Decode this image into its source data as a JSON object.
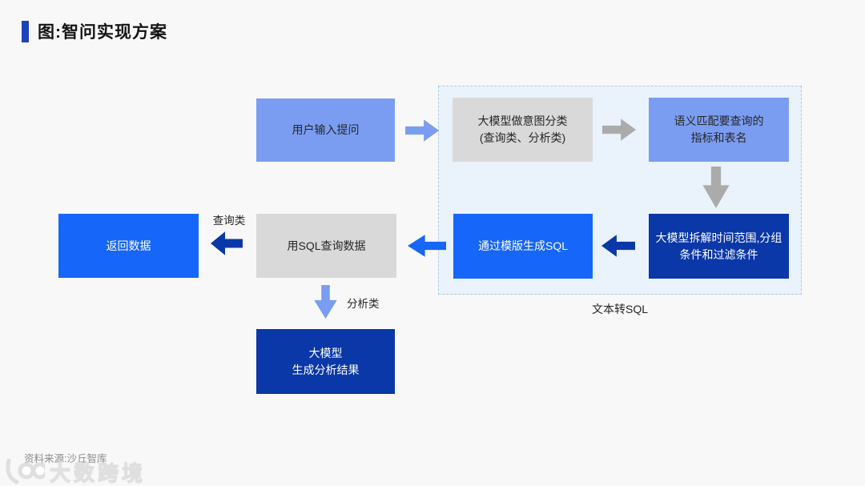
{
  "header": {
    "title": "图:智问实现方案"
  },
  "colors": {
    "accent_bar": "#1E41BE",
    "periwinkle": "#7B9DF1",
    "gray_box": "#D9D9D9",
    "gray_arrow": "#ABABAB",
    "bright_blue": "#1766FA",
    "navy": "#0B38A8",
    "group_background": "#EAF2FB",
    "group_border": "#AFC9E6"
  },
  "flow": {
    "nodes": {
      "user_input": {
        "lines": [
          "用户输入提问"
        ]
      },
      "intent_classify": {
        "lines": [
          "大模型做意图分类",
          "(查询类、分析类)"
        ]
      },
      "semantic_match": {
        "lines": [
          "语义匹配要查询的",
          "指标和表名"
        ]
      },
      "decompose": {
        "lines": [
          "大模型拆解时间范围,分组",
          "条件和过滤条件"
        ]
      },
      "template_sql": {
        "lines": [
          "通过模版生成SQL"
        ]
      },
      "sql_query": {
        "lines": [
          "用SQL查询数据"
        ]
      },
      "return_data": {
        "lines": [
          "返回数据"
        ]
      },
      "analysis_result": {
        "lines": [
          "大模型",
          "生成分析结果"
        ]
      }
    },
    "edge_labels": {
      "query_type": "查询类",
      "analysis_type": "分析类"
    },
    "container_label": "文本转SQL"
  },
  "footer": {
    "source": "资料来源:沙丘智库",
    "watermark": "大数跨境"
  }
}
